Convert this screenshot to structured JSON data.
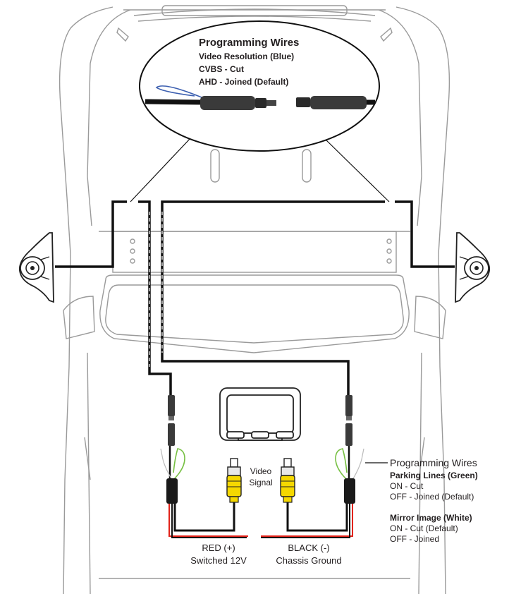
{
  "top_callout": {
    "title": "Programming Wires",
    "lines": [
      "Video Resolution (Blue)",
      "CVBS - Cut",
      "AHD - Joined (Default)"
    ]
  },
  "right_callout": {
    "title": "Programming Wires",
    "parking_title": "Parking Lines (Green)",
    "parking_lines": [
      "ON - Cut",
      "OFF - Joined (Default)"
    ],
    "mirror_title": "Mirror Image (White)",
    "mirror_lines": [
      "ON - Cut (Default)",
      "OFF - Joined"
    ]
  },
  "video_signal": [
    "Video",
    "Signal"
  ],
  "red_power": [
    "RED (+)",
    "Switched 12V"
  ],
  "black_ground": [
    "BLACK (-)",
    "Chassis Ground"
  ],
  "colors": {
    "wire": "#111111",
    "outline": "#9a9a9a",
    "red": "#e2231a",
    "green": "#77c043",
    "blue": "#3c5fb0",
    "yellow": "#f5d800",
    "text": "#231f20"
  }
}
